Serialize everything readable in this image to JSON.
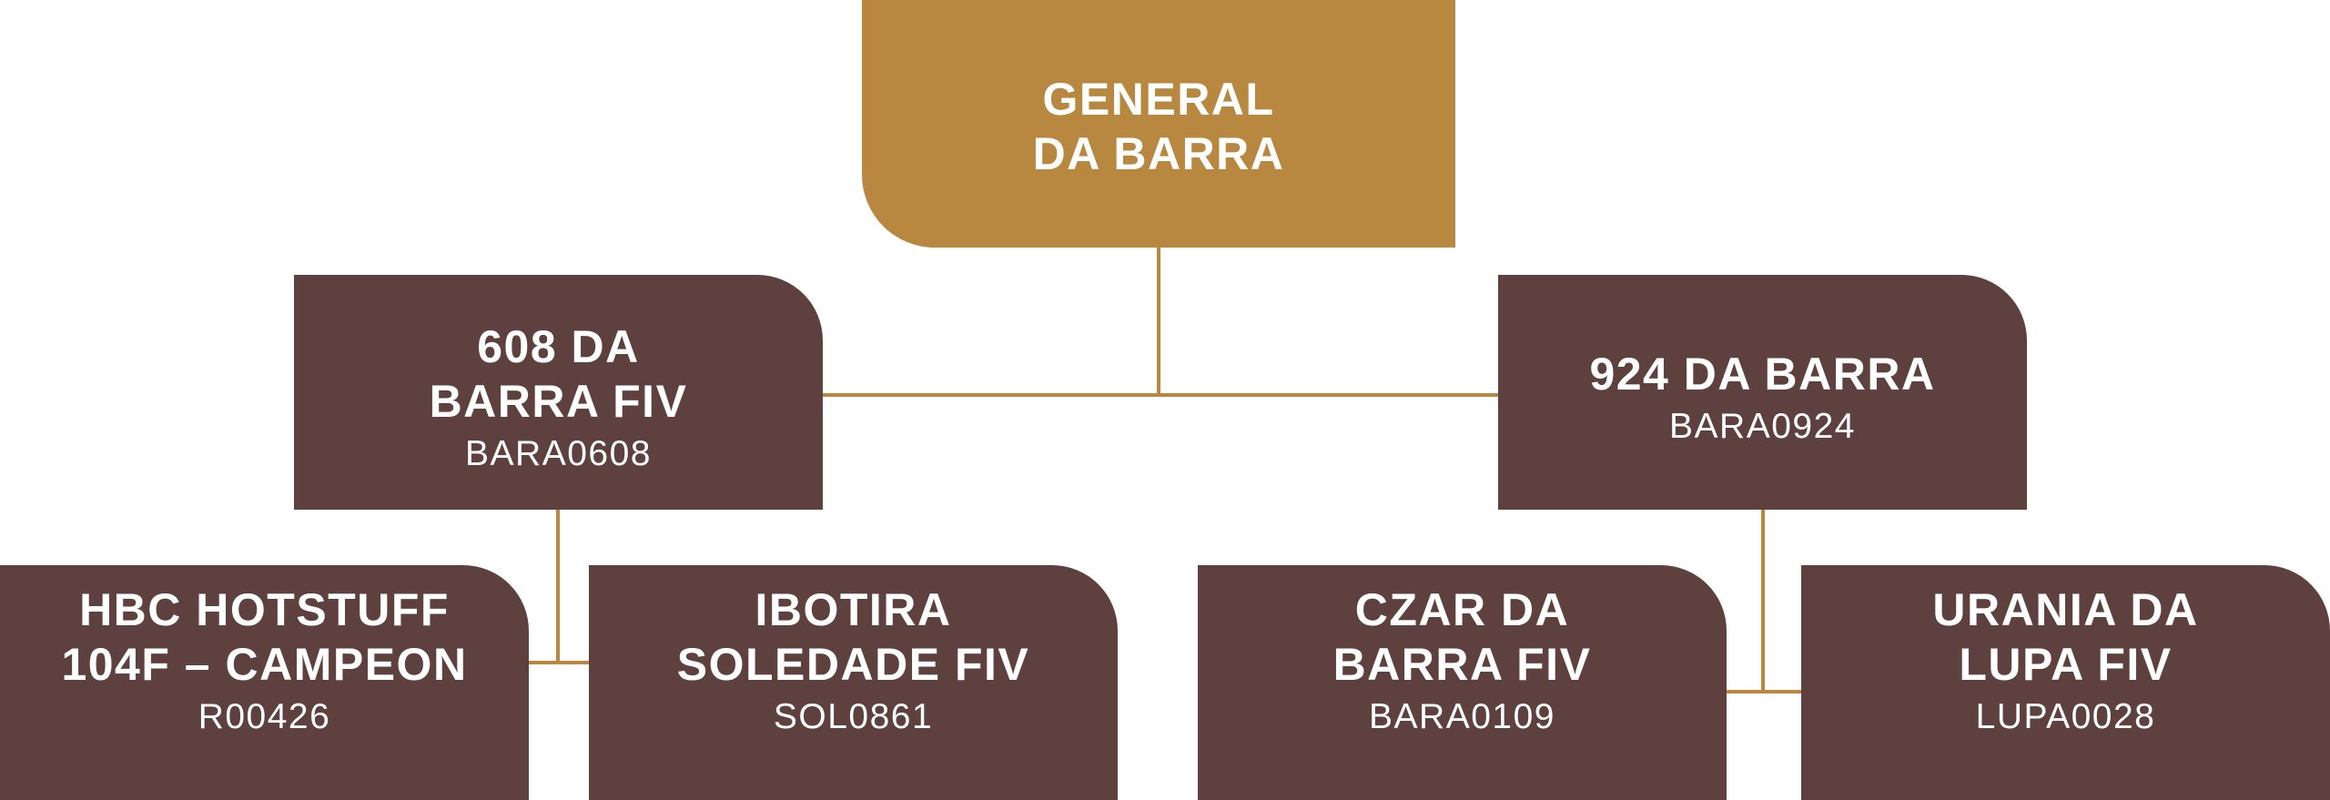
{
  "root": {
    "name": "GENERAL\nDA BARRA"
  },
  "parents": [
    {
      "name": "608 DA\nBARRA FIV",
      "code": "BARA0608"
    },
    {
      "name": "924 DA BARRA",
      "code": "BARA0924"
    }
  ],
  "grandparents": [
    {
      "name": "HBC HOTSTUFF\n104F – CAMPEON",
      "code": "R00426"
    },
    {
      "name": "IBOTIRA\nSOLEDADE FIV",
      "code": "SOL0861"
    },
    {
      "name": "CZAR DA\nBARRA FIV",
      "code": "BARA0109"
    },
    {
      "name": "URANIA DA\nLUPA FIV",
      "code": "LUPA0028"
    }
  ],
  "colors": {
    "root_fill": "#b88841",
    "node_fill": "#5e403e",
    "connector": "#b88841",
    "text": "#ffffff"
  }
}
